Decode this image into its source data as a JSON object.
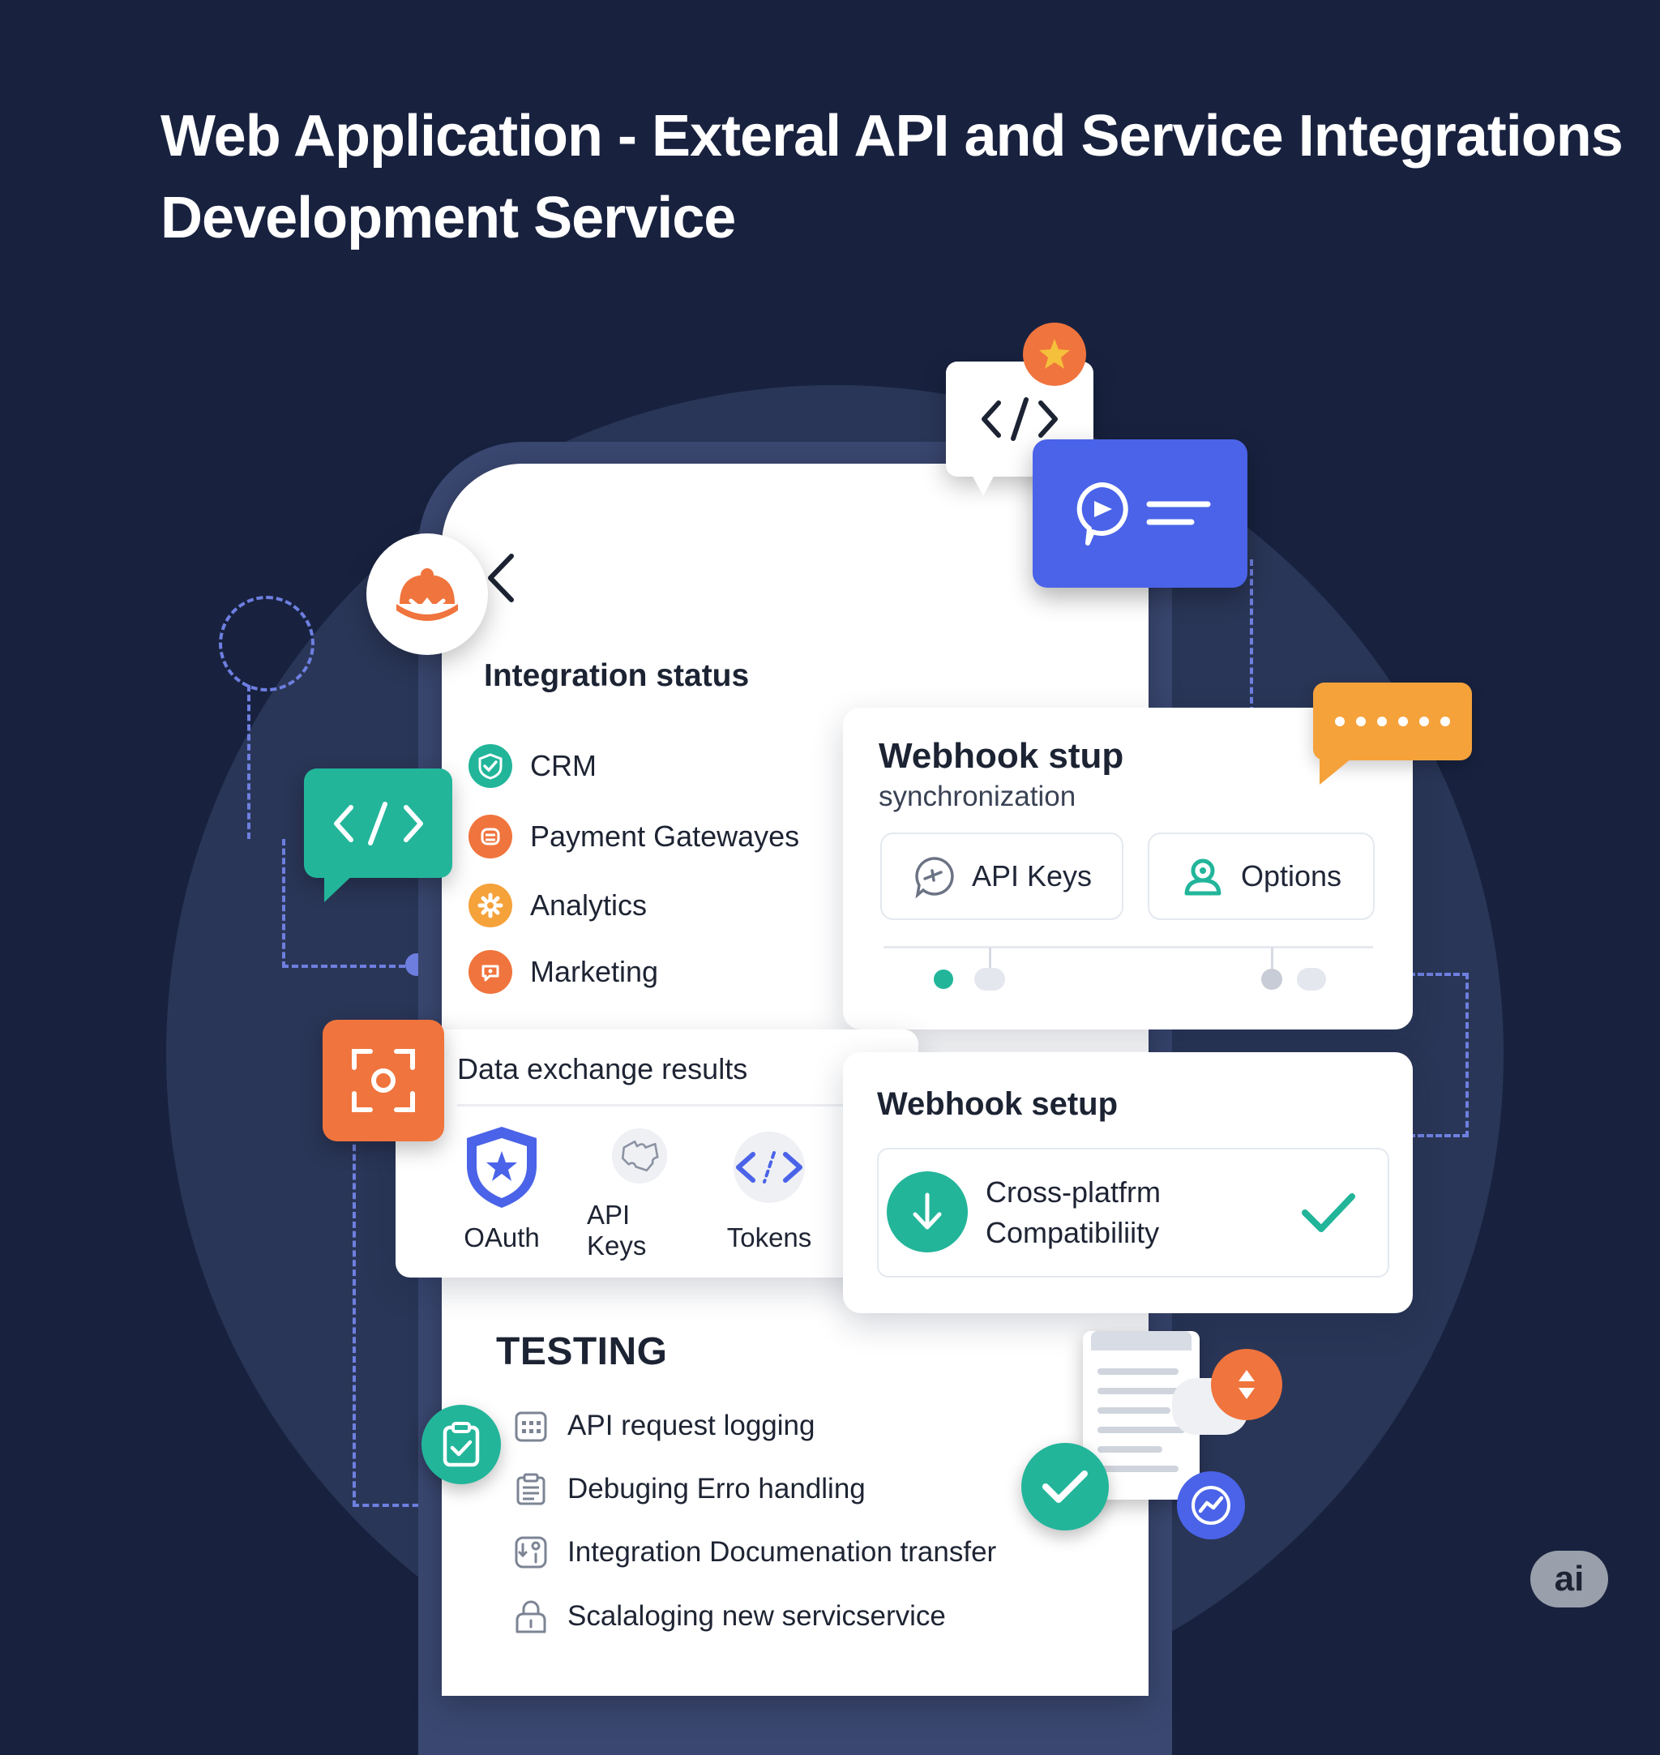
{
  "header": {
    "title_line1": "Web Application - Exteral API and Service Integrations",
    "title_line2": "Development Service"
  },
  "integration_status": {
    "heading": "Integration status",
    "items": [
      {
        "label": "CRM",
        "icon": "check-shield-icon",
        "color": "#22b59a"
      },
      {
        "label": "Payment Gatewayes",
        "icon": "payment-icon",
        "color": "#f0743d"
      },
      {
        "label": "Analytics",
        "icon": "gear-icon",
        "color": "#f5a23b"
      },
      {
        "label": "Marketing",
        "icon": "megaphone-icon",
        "color": "#f0743d"
      }
    ]
  },
  "webhook_stup": {
    "title": "Webhook stup",
    "subtitle": "synchronization",
    "api_keys_label": "API Keys",
    "options_label": "Options"
  },
  "data_exchange": {
    "heading": "Data exchange results",
    "items": [
      {
        "label": "OAuth",
        "icon": "shield-star-icon"
      },
      {
        "label": "API Keys",
        "icon": "puzzle-icon"
      },
      {
        "label": "Tokens",
        "icon": "code-icon"
      }
    ]
  },
  "webhook_setup": {
    "title": "Webhook setup",
    "item_line1": "Cross-platfrm",
    "item_line2": "Compatibiliity"
  },
  "testing": {
    "heading": "TESTING",
    "items": [
      {
        "label": "API request logging",
        "icon": "calendar-icon"
      },
      {
        "label": "Debuging Erro handling",
        "icon": "clipboard-icon"
      },
      {
        "label": "Integration Documenation transfer",
        "icon": "document-transfer-icon"
      },
      {
        "label": "Scalaloging new servic​service",
        "icon": "lock-icon"
      }
    ]
  },
  "badge": {
    "label": "ai"
  },
  "colors": {
    "background": "#18223f",
    "teal": "#22b59a",
    "orange": "#f0743d",
    "amber": "#f5a23b",
    "blue": "#4a63e8"
  }
}
